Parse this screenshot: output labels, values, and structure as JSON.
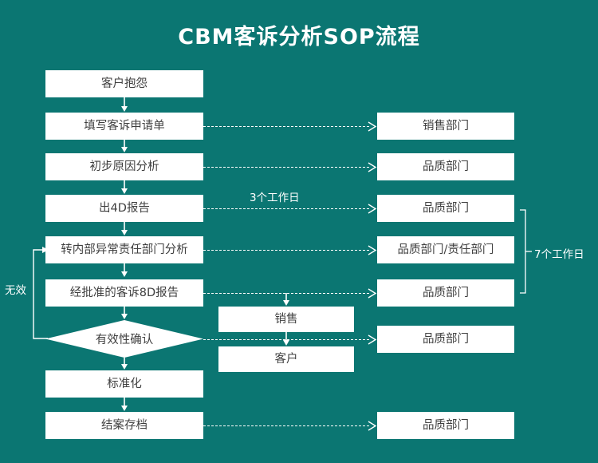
{
  "title": "CBM客诉分析SOP流程",
  "colors": {
    "background": "#0b7672",
    "box_fill": "#ffffff",
    "box_text": "#3f3f3f",
    "line": "#ffffff",
    "title_text": "#ffffff"
  },
  "process_steps": [
    {
      "id": "step1",
      "label": "客户抱怨"
    },
    {
      "id": "step2",
      "label": "填写客诉申请单"
    },
    {
      "id": "step3",
      "label": "初步原因分析"
    },
    {
      "id": "step4",
      "label": "出4D报告"
    },
    {
      "id": "step5",
      "label": "转内部异常责任部门分析"
    },
    {
      "id": "step6",
      "label": "经批准的客诉8D报告"
    },
    {
      "id": "step7",
      "label": "有效性确认",
      "shape": "diamond"
    },
    {
      "id": "step8",
      "label": "标准化"
    },
    {
      "id": "step9",
      "label": "结案存档"
    }
  ],
  "responsible_departments": [
    {
      "id": "dept2",
      "label": "销售部门"
    },
    {
      "id": "dept3",
      "label": "品质部门"
    },
    {
      "id": "dept4",
      "label": "品质部门"
    },
    {
      "id": "dept5",
      "label": "品质部门/责任部门"
    },
    {
      "id": "dept6",
      "label": "品质部门"
    },
    {
      "id": "dept7",
      "label": "品质部门"
    },
    {
      "id": "dept9",
      "label": "品质部门"
    }
  ],
  "distribution_boxes": [
    {
      "id": "dist1",
      "label": "销售"
    },
    {
      "id": "dist2",
      "label": "客户"
    }
  ],
  "annotations": {
    "loop_label": "无效",
    "duration_3days": "3个工作日",
    "duration_7days": "7个工作日"
  }
}
